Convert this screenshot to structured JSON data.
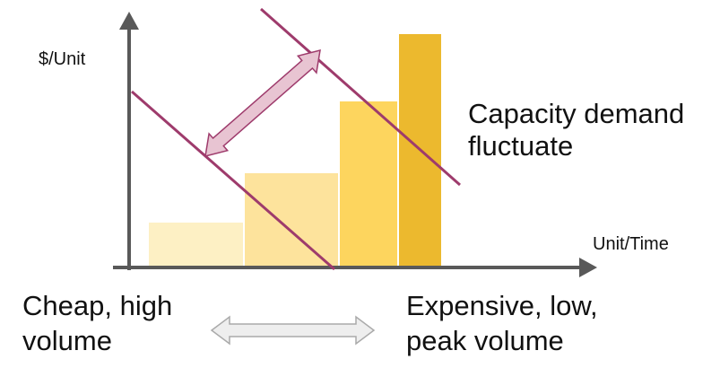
{
  "axes": {
    "y_label": "$/Unit",
    "x_label": "Unit/Time"
  },
  "annotations": {
    "capacity_line1": "Capacity demand",
    "capacity_line2": "fluctuate",
    "left_line1": "Cheap, high",
    "left_line2": "volume",
    "right_line1": "Expensive, low,",
    "right_line2": "peak volume"
  },
  "bars": [
    {
      "level": 1,
      "color": "#fdf0c4"
    },
    {
      "level": 2,
      "color": "#fde39c"
    },
    {
      "level": 3,
      "color": "#fdd55e"
    },
    {
      "level": 4,
      "color": "#ecb92e"
    }
  ],
  "colors": {
    "axis": "#595959",
    "bar_border": "#ffffff",
    "diagonal": "#9e3b6c",
    "arrow_pink_fill": "#e8c4d2",
    "arrow_pink_stroke": "#9e3b6c",
    "arrow_gray_fill": "#eeeeee",
    "arrow_gray_stroke": "#aaaaaa"
  }
}
